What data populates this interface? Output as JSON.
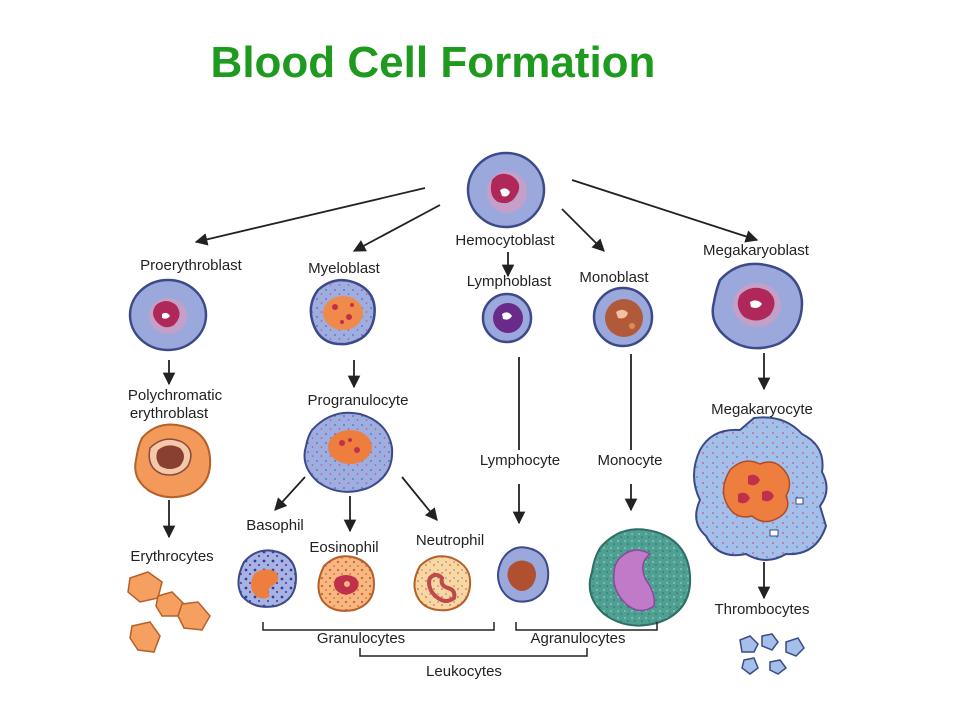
{
  "title": "Blood Cell Formation",
  "colors": {
    "title": "#1e9a1e",
    "membrane_blue": "#9aa8dc",
    "membrane_edge": "#3c4a8a",
    "nucleus_magenta": "#b0285a",
    "red_cell": "#f39a5a",
    "red_cell_edge": "#b4602a",
    "mono_teal": "#4a9a8e",
    "mono_nucleus": "#c07ac8"
  },
  "labels": {
    "hemocytoblast": "Hemocytoblast",
    "proerythroblast": "Proerythroblast",
    "myeloblast": "Myeloblast",
    "lymphoblast": "Lymphoblast",
    "monoblast": "Monoblast",
    "megakaryoblast": "Megakaryoblast",
    "polychromatic_line1": "Polychromatic",
    "polychromatic_line2": "erythroblast",
    "progranulocyte": "Progranulocyte",
    "lymphocyte": "Lymphocyte",
    "monocyte": "Monocyte",
    "megakaryocyte": "Megakaryocyte",
    "erythrocytes": "Erythrocytes",
    "basophil": "Basophil",
    "eosinophil": "Eosinophil",
    "neutrophil": "Neutrophil",
    "thrombocytes": "Thrombocytes",
    "granulocytes": "Granulocytes",
    "agranulocytes": "Agranulocytes",
    "leukocytes": "Leukocytes"
  }
}
